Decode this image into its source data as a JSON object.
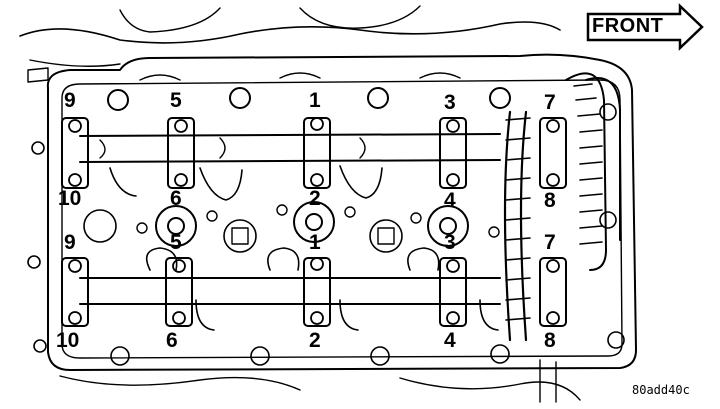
{
  "front_label": "FRONT",
  "figure_id": "80add40c",
  "torque_sequence": {
    "upper_camshaft_caps": {
      "top_row": [
        "9",
        "5",
        "1",
        "3",
        "7"
      ],
      "bottom_row": [
        "10",
        "6",
        "2",
        "4",
        "8"
      ]
    },
    "lower_camshaft_caps": {
      "top_row": [
        "9",
        "5",
        "1",
        "3",
        "7"
      ],
      "bottom_row": [
        "10",
        "6",
        "2",
        "4",
        "8"
      ]
    }
  }
}
